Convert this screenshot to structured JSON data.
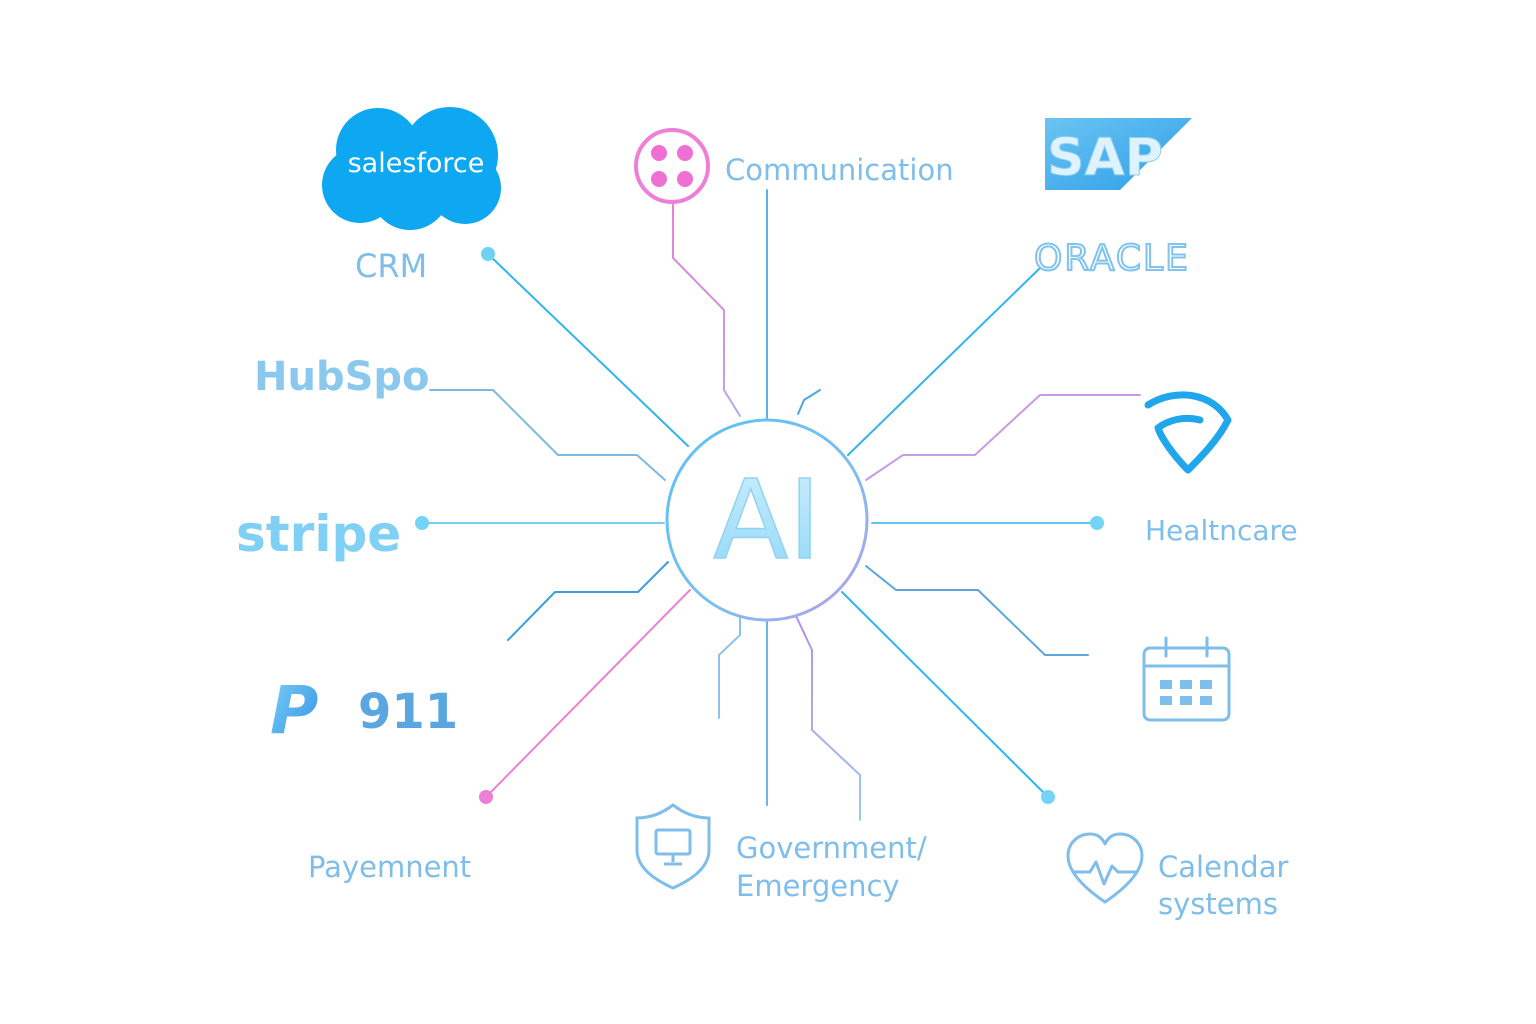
{
  "hub": {
    "label": "AI"
  },
  "labels": {
    "crm": "CRM",
    "communication": "Communication",
    "oracle": "ORACLE",
    "healthcare": "Healtncare",
    "payment": "Payemnent",
    "government_line1": "Government/",
    "government_line2": "Emergency",
    "calendar_line1": "Calendar",
    "calendar_line2": "systems"
  },
  "logos": {
    "salesforce": "salesforce",
    "sap": "SAP",
    "hubspot": "HubSpo",
    "stripe": "stripe",
    "paypal_mark": "P",
    "nine_one_one": "911"
  },
  "icons": [
    "twilio-icon",
    "wifi-shield-icon",
    "calendar-icon",
    "shield-monitor-icon",
    "heart-pulse-icon"
  ],
  "colors": {
    "blue": "#2fb4ee",
    "pink": "#ee7fd6",
    "purple": "#b79ae6",
    "label": "#7fbdea",
    "salesforce": "#0ea7f1",
    "sap": "#3aa7ea"
  }
}
